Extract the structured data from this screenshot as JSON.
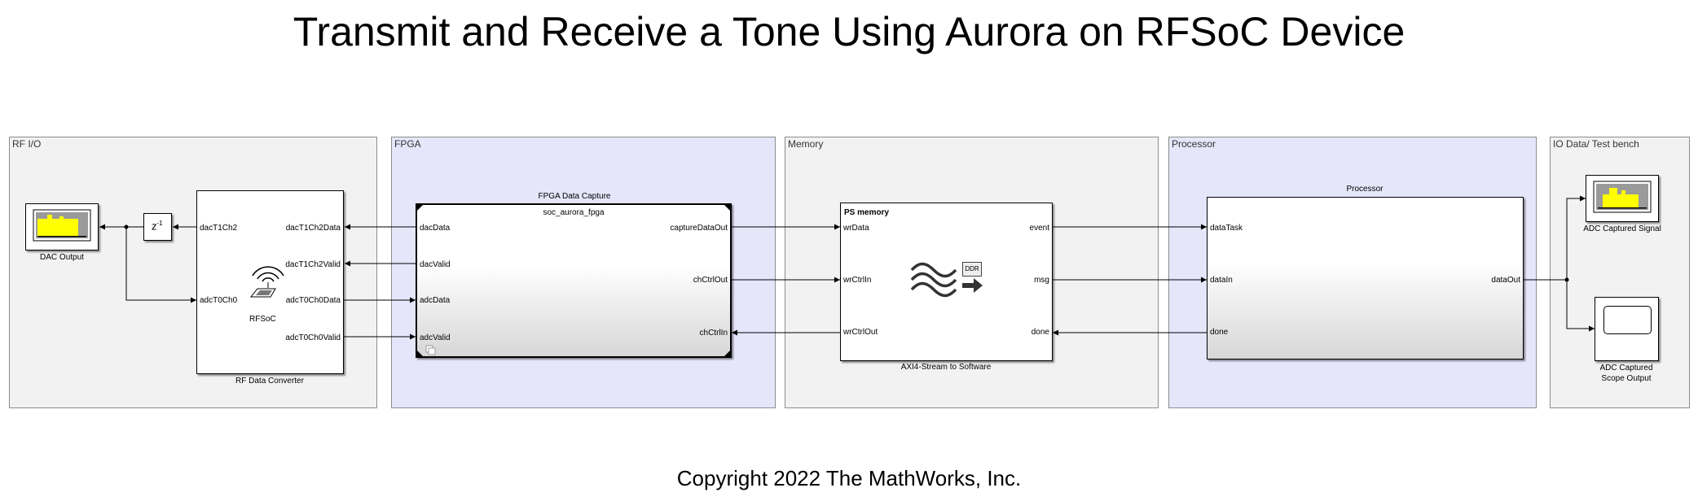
{
  "title": "Transmit and Receive a Tone Using Aurora on RFSoC Device",
  "copyright": "Copyright 2022 The MathWorks, Inc.",
  "areas": {
    "rfio": "RF I/O",
    "fpga": "FPGA",
    "memory": "Memory",
    "processor": "Processor",
    "io": "IO Data/ Test bench"
  },
  "blocks": {
    "dac_output": {
      "caption": "DAC Output"
    },
    "delay": {
      "symbol": "z",
      "exponent": "-1"
    },
    "rf_converter": {
      "caption": "RF Data  Converter",
      "icon_label": "RFSoC",
      "inputs": [
        "dacT1Ch2",
        "adcT0Ch0"
      ],
      "outputs": [
        "dacT1Ch2Data",
        "dacT1Ch2Valid",
        "adcT0Ch0Data",
        "adcT0Ch0Valid"
      ]
    },
    "fpga_capture": {
      "caption": "FPGA Data Capture",
      "model_name": "soc_aurora_fpga",
      "inputs": [
        "dacData",
        "dacValid",
        "adcData",
        "adcValid"
      ],
      "outputs": [
        "captureDataOut",
        "chCtrlOut",
        "chCtrlIn"
      ]
    },
    "axi_stream": {
      "caption": "AXI4-Stream to Software",
      "header": "PS memory",
      "chip_label": "DDR",
      "inputs": [
        "wrData",
        "wrCtrlIn",
        "wrCtrlOut"
      ],
      "outputs": [
        "event",
        "msg",
        "done"
      ]
    },
    "processor": {
      "caption": "Processor",
      "inputs": [
        "dataTask",
        "dataIn",
        "done"
      ],
      "outputs": [
        "dataOut"
      ]
    },
    "adc_signal": {
      "caption": "ADC Captured Signal"
    },
    "adc_scope": {
      "caption_line1": "ADC Captured",
      "caption_line2": "Scope Output"
    }
  },
  "colors": {
    "fpga_area": "#e6e6fb",
    "area_gray": "#f2f2f2",
    "spectrum_bar": "#ffff00",
    "spectrum_bg": "#9a9a9a"
  }
}
